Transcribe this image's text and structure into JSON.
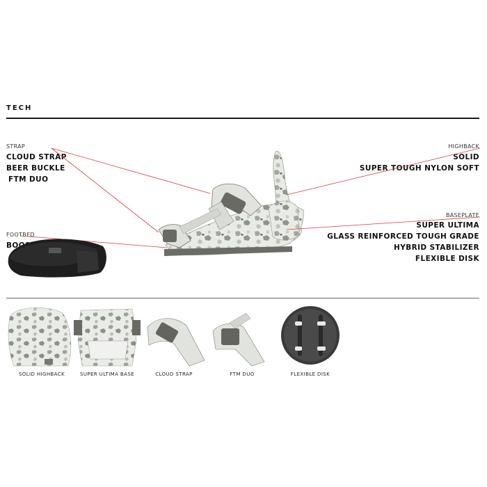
{
  "header": {
    "title": "TECH"
  },
  "callouts": {
    "strap": {
      "category": "STRAP",
      "features": [
        "CLOUD STRAP",
        "BEER BUCKLE",
        "FTM DUO"
      ]
    },
    "footbed": {
      "category": "FOOTBED",
      "features": [
        "BOOST FOOTON+"
      ]
    },
    "highback": {
      "category": "HIGHBACK",
      "features": [
        "SOLID",
        "SUPER TOUGH NYLON SOFT"
      ]
    },
    "baseplate": {
      "category": "BASEPLATE",
      "features": [
        "SUPER ULTIMA",
        "GLASS REINFORCED TOUGH GRADE",
        "HYBRID STABILIZER",
        "FLEXIBLE DISK"
      ]
    }
  },
  "thumbnails": [
    {
      "label": "SOLID HIGHBACK"
    },
    {
      "label": "SUPER ULTIMA BASE"
    },
    {
      "label": "CLOUD STRAP"
    },
    {
      "label": "FTM DUO"
    },
    {
      "label": "FLEXIBLE DISK"
    }
  ],
  "colors": {
    "accent_line": "#d93a3a",
    "rule": "#1a1a1a",
    "camo_light": "#e6e9e4",
    "camo_dark": "#8f948c",
    "strap_gray": "#6e6e68"
  }
}
